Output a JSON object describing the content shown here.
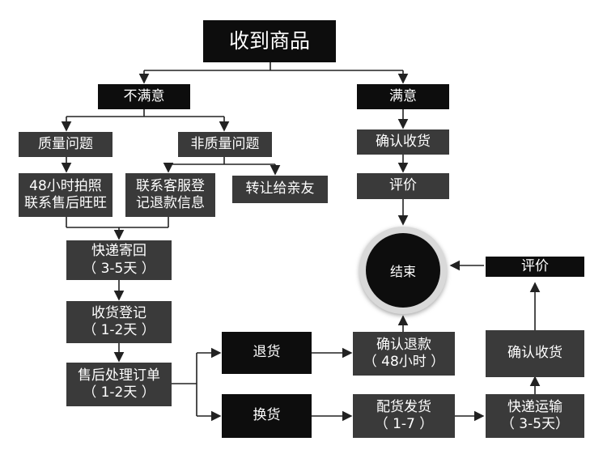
{
  "nodes": {
    "receive": "收到商品",
    "unsatisfied": "不满意",
    "satisfied": "满意",
    "quality": "质量问题",
    "non_quality": "非质量问题",
    "confirm_receipt_top": "确认收货",
    "photo_48h": "48小时拍照\n联系售后旺旺",
    "contact_cs": "联系客服登\n记退款信息",
    "transfer": "转让给亲友",
    "review_top": "评价",
    "express_return": "快递寄回\n（ 3-5天 ）",
    "end": "结束",
    "review_right": "评价",
    "receipt_register": "收货登记\n（ 1-2天 ）",
    "refund_goods": "退货",
    "confirm_refund": "确认退款\n（ 48小时 ）",
    "confirm_receipt_right": "确认收货",
    "after_sales": "售后处理订单\n（ 1-2天 ）",
    "exchange": "换货",
    "dispatch": "配货发货\n（ 1-7 ）",
    "express_ship": "快递运输\n（ 3-5天）"
  },
  "colors": {
    "node_dark": "#0d0d0d",
    "node_gray": "#3a3a3a",
    "edge": "#222222",
    "ring": "#d9d9d9"
  }
}
